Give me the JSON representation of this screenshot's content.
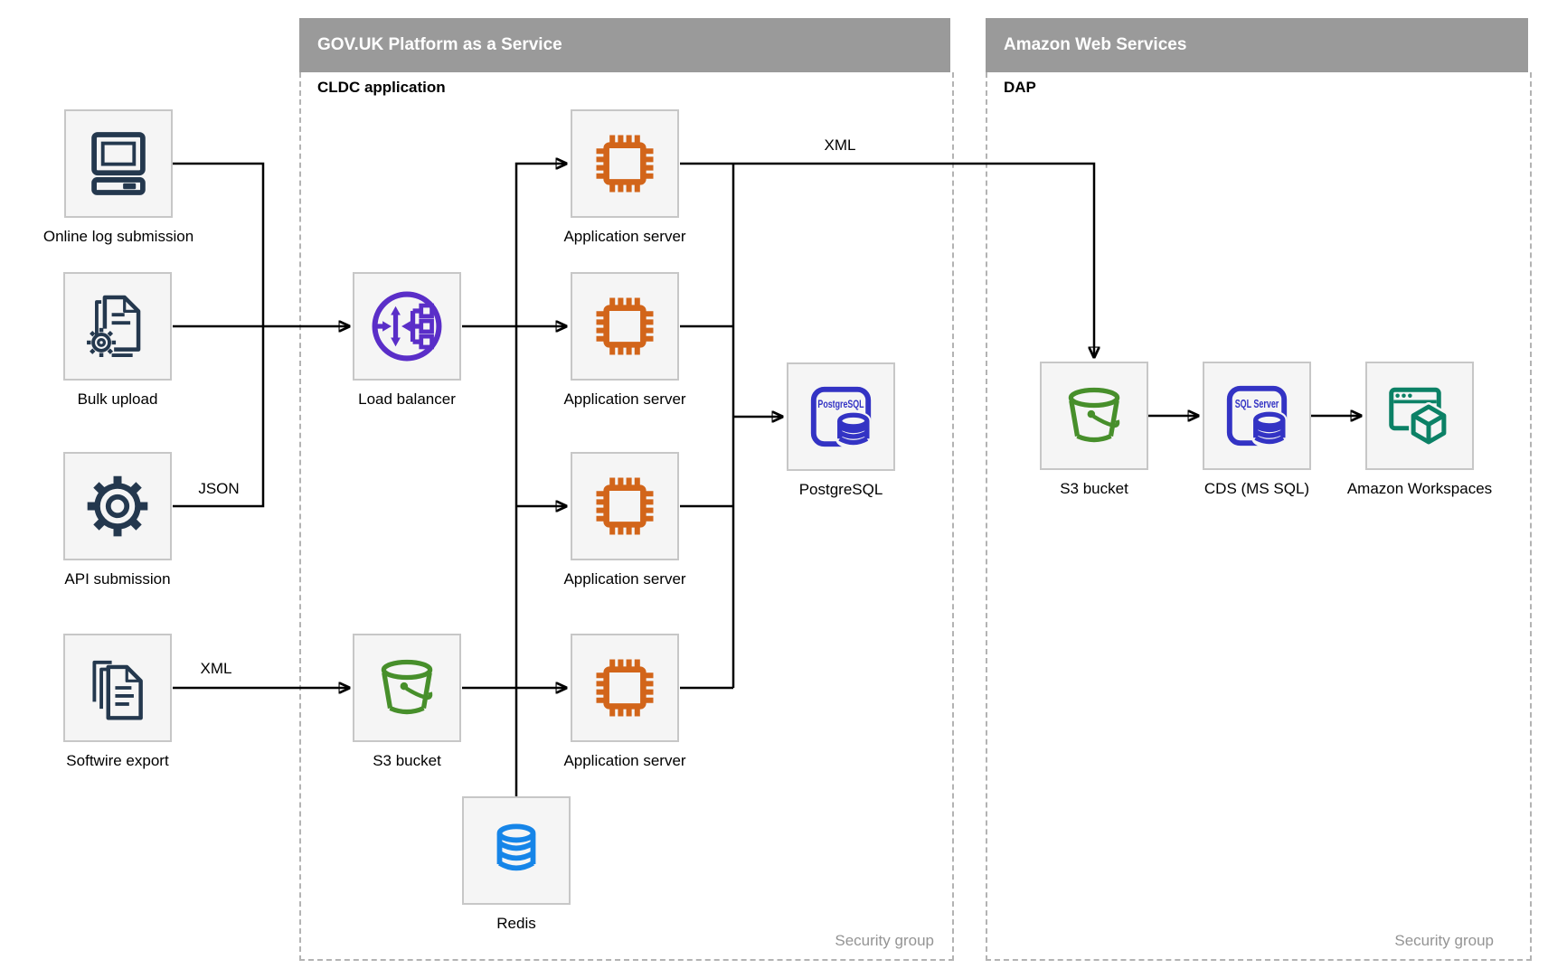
{
  "containers": {
    "paas": {
      "title": "GOV.UK Platform as a Service",
      "sublabel": "CLDC application",
      "footer": "Security group"
    },
    "aws": {
      "title": "Amazon Web Services",
      "sublabel": "DAP",
      "footer": "Security group"
    }
  },
  "nodes": {
    "online_log": {
      "label": "Online log submission",
      "icon": "computer-icon"
    },
    "bulk_upload": {
      "label": "Bulk upload",
      "icon": "document-gear-icon"
    },
    "api_submission": {
      "label": "API submission",
      "icon": "gear-icon"
    },
    "softwire_export": {
      "label": "Softwire export",
      "icon": "documents-stack-icon"
    },
    "load_balancer": {
      "label": "Load balancer",
      "icon": "load-balancer-icon"
    },
    "s3_paas": {
      "label": "S3 bucket",
      "icon": "bucket-icon"
    },
    "app_server_1": {
      "label": "Application server",
      "icon": "chip-icon"
    },
    "app_server_2": {
      "label": "Application server",
      "icon": "chip-icon"
    },
    "app_server_3": {
      "label": "Application server",
      "icon": "chip-icon"
    },
    "app_server_4": {
      "label": "Application server",
      "icon": "chip-icon"
    },
    "redis": {
      "label": "Redis",
      "icon": "database-cylinder-icon"
    },
    "postgres": {
      "label": "PostgreSQL",
      "icon": "postgresql-icon",
      "icon_text": "PostgreSQL"
    },
    "s3_aws": {
      "label": "S3 bucket",
      "icon": "bucket-icon"
    },
    "cds": {
      "label": "CDS (MS SQL)",
      "icon": "sql-server-icon",
      "icon_text": "SQL Server"
    },
    "workspaces": {
      "label": "Amazon Workspaces",
      "icon": "workspaces-icon"
    }
  },
  "edge_labels": {
    "json": "JSON",
    "xml_softwire": "XML",
    "xml_app_to_aws": "XML"
  },
  "edges": [
    {
      "from": "Online log submission",
      "to": "Load balancer",
      "label": ""
    },
    {
      "from": "Bulk upload",
      "to": "Load balancer",
      "label": ""
    },
    {
      "from": "API submission",
      "to": "Load balancer",
      "label": "JSON"
    },
    {
      "from": "Softwire export",
      "to": "S3 bucket (PaaS)",
      "label": "XML"
    },
    {
      "from": "Load balancer",
      "to": "Application server 1",
      "label": ""
    },
    {
      "from": "Load balancer",
      "to": "Application server 2",
      "label": ""
    },
    {
      "from": "Load balancer",
      "to": "Application server 3",
      "label": ""
    },
    {
      "from": "Load balancer",
      "to": "Redis",
      "label": ""
    },
    {
      "from": "S3 bucket (PaaS)",
      "to": "Application server 4",
      "label": ""
    },
    {
      "from": "Application servers",
      "to": "PostgreSQL",
      "label": ""
    },
    {
      "from": "Application server 1",
      "to": "S3 bucket (AWS)",
      "label": "XML"
    },
    {
      "from": "S3 bucket (AWS)",
      "to": "CDS (MS SQL)",
      "label": ""
    },
    {
      "from": "CDS (MS SQL)",
      "to": "Amazon Workspaces",
      "label": ""
    }
  ],
  "colors": {
    "header_bar": "#9a9a9a",
    "navy": "#24384e",
    "orange": "#d2651a",
    "purple": "#5a2ec8",
    "indigo": "#3333c4",
    "green": "#478f2b",
    "teal": "#0c8166",
    "redis_blue": "#1685e8",
    "node_fill": "#f5f5f5",
    "line": "#000000",
    "container_border": "#b3b3b3",
    "muted_text": "#949494"
  }
}
